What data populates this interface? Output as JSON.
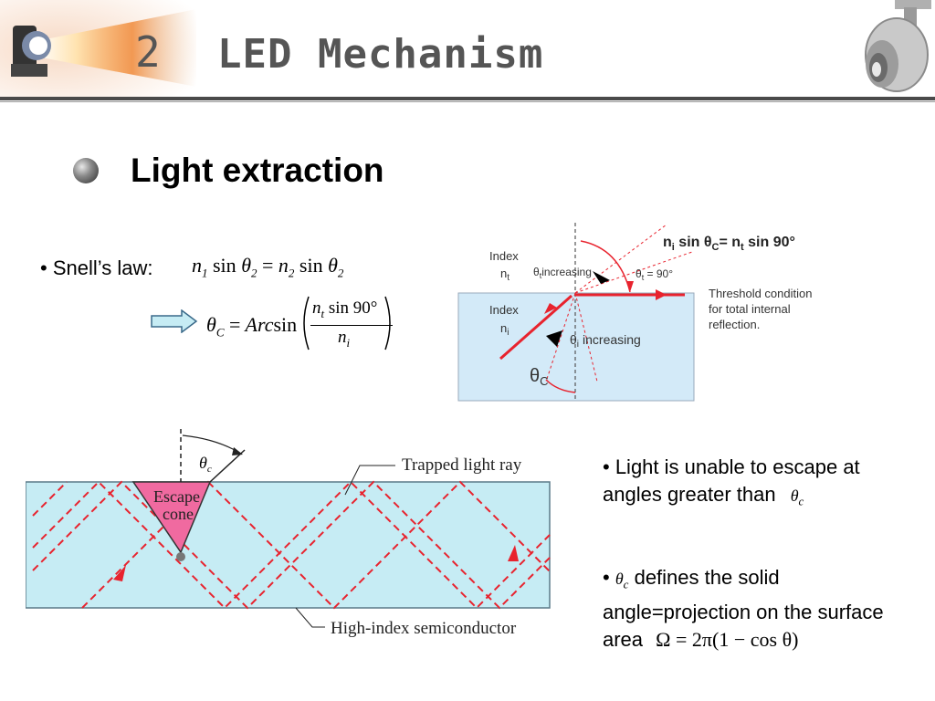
{
  "header": {
    "slide_number": "2",
    "title": "LED Mechanism"
  },
  "section": {
    "title": "Light extraction"
  },
  "snell": {
    "label": "• Snell’s law:",
    "equation": {
      "n1": "n",
      "n1_sub": "1",
      "sin": "sin",
      "theta": "θ",
      "t2_sub": "2",
      "eq": "=",
      "n2": "n",
      "n2_sub": "2",
      "t2b_sub": "2"
    }
  },
  "critical": {
    "lhs": "θ",
    "lhs_sub": "C",
    "eq": "=",
    "func": "Arc",
    "sin": "sin",
    "num_n": "n",
    "num_sub": "t",
    "num_sin": "sin 90°",
    "den_n": "n",
    "den_sub": "i"
  },
  "refraction_diagram": {
    "formula_ni": "n",
    "formula_ni_sub": "i",
    "formula_mid": " sin θ",
    "formula_c_sub": "C",
    "formula_rest": "= n",
    "formula_nt_sub": "t",
    "formula_end": " sin 90°",
    "index_t_label": "Index",
    "index_t_n": "n",
    "index_t_sub": "t",
    "theta_t_increasing": "θ",
    "theta_t_sub": "t",
    "increasing_t": "increasing",
    "theta_t_90": "θ",
    "theta_t_90_sub": "t",
    "theta_t_90_val": " = 90°",
    "index_i_label": "Index",
    "index_i_n": "n",
    "index_i_sub": "i",
    "theta_i": "θ",
    "theta_i_sub": "i",
    "increasing_i": "increasing",
    "theta_c": "θ",
    "theta_c_sub": "C",
    "threshold_line1": "Threshold condition",
    "threshold_line2": "for total internal",
    "threshold_line3": "reflection."
  },
  "trapped_diagram": {
    "theta_c": "θ",
    "theta_c_sub": "c",
    "trapped_label": "Trapped light ray",
    "escape_line1": "Escape",
    "escape_line2": "cone",
    "semiconductor_label": "High-index semiconductor"
  },
  "bullets": {
    "escape_text": "• Light is unable to escape at angles greater than",
    "escape_theta": "θ",
    "escape_theta_sub": "c",
    "defines_prefix": "•",
    "defines_theta": "θ",
    "defines_theta_sub": "c",
    "defines_text": "defines the solid angle=projection on the surface area",
    "omega_eq": "Ω = 2π(1 − cos θ)"
  },
  "colors": {
    "title_gray": "#555555",
    "red": "#e8232e",
    "crystal_blue": "#c6ecf4",
    "pane_blue": "#d3eaf8",
    "escape_pink": "#f06aa0"
  },
  "icons": [
    "led-lamp-logo",
    "spotlight-logo",
    "sphere-bullet-icon",
    "right-arrow-icon"
  ]
}
